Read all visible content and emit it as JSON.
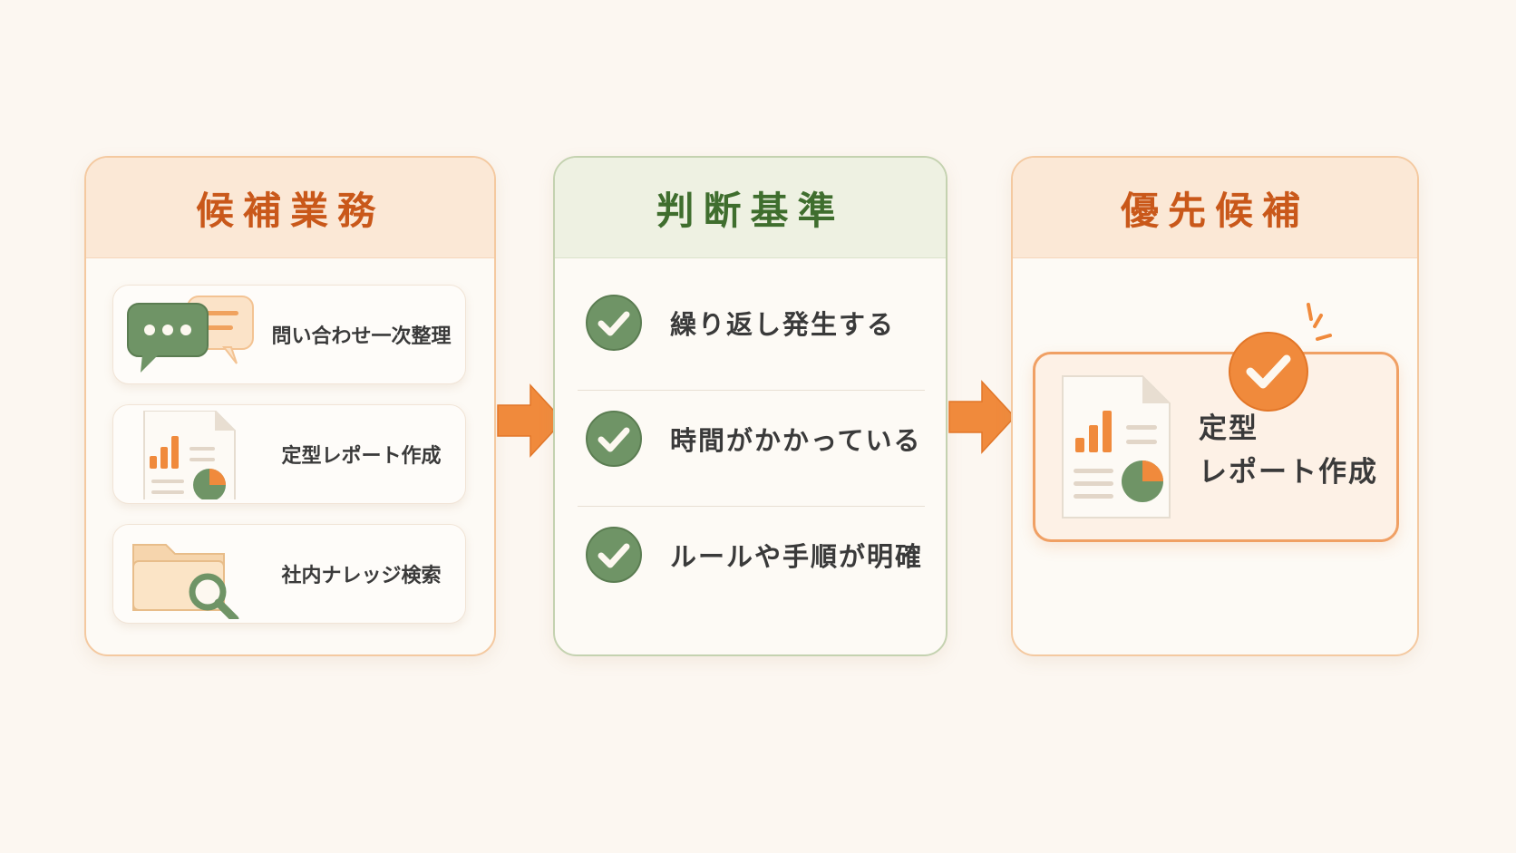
{
  "candidates": {
    "title": "候補業務",
    "items": [
      {
        "label": "問い合わせ一次整理",
        "icon": "chat-bubbles-icon"
      },
      {
        "label": "定型レポート作成",
        "icon": "report-document-icon"
      },
      {
        "label": "社内ナレッジ検索",
        "icon": "folder-search-icon"
      }
    ]
  },
  "criteria": {
    "title": "判断基準",
    "items": [
      {
        "label": "繰り返し発生する",
        "icon": "check-circle-icon"
      },
      {
        "label": "時間がかかっている",
        "icon": "check-circle-icon"
      },
      {
        "label": "ルールや手順が明確",
        "icon": "check-circle-icon"
      }
    ]
  },
  "priority": {
    "title": "優先候補",
    "selected_line1": "定型",
    "selected_line2": "レポート作成",
    "icon": "report-document-icon",
    "badge_icon": "check-badge-icon"
  },
  "colors": {
    "background": "#fcf7f1",
    "orange_accent": "#f08a3c",
    "orange_title": "#c9581a",
    "green_accent": "#6f9466",
    "green_title": "#3f6e2e"
  }
}
